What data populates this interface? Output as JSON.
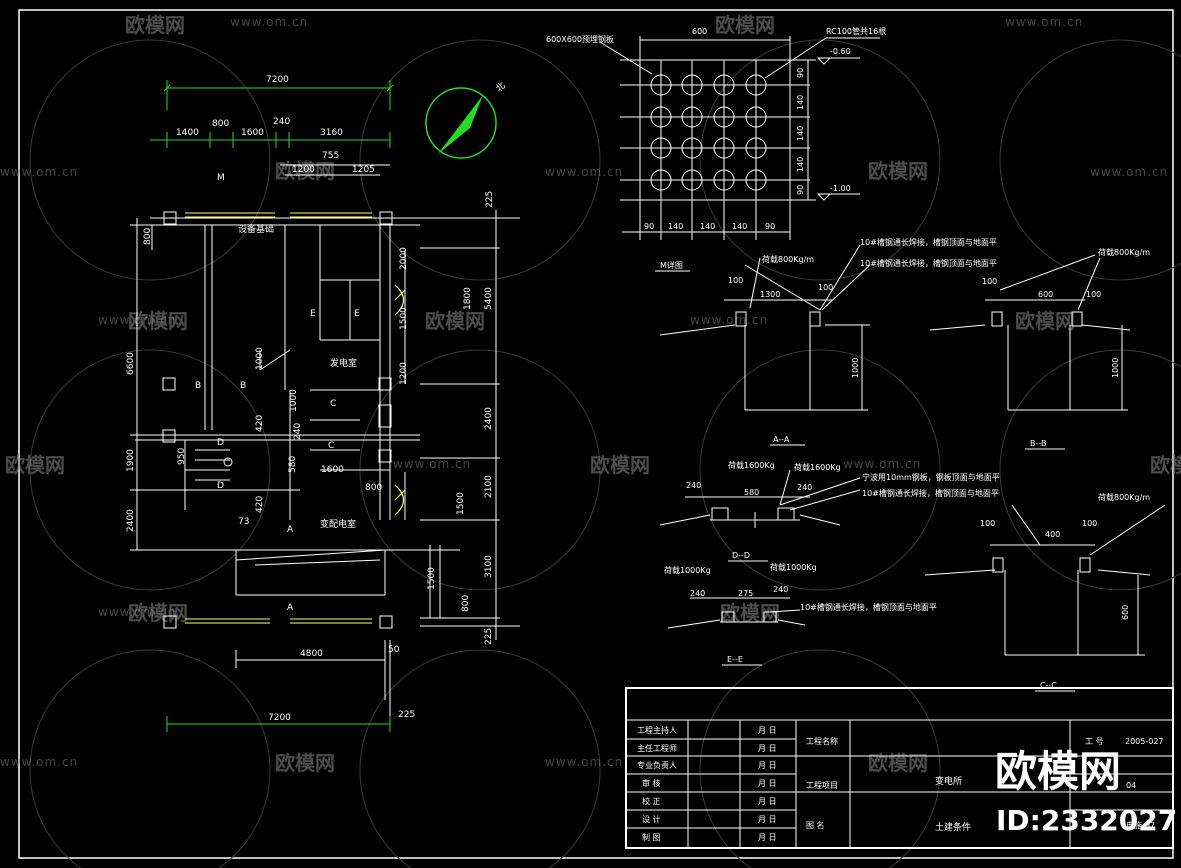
{
  "watermark": {
    "brand": "欧模网",
    "url": "www.om.cn"
  },
  "north_label": "北",
  "plan": {
    "top_total": "7200",
    "top_segments": [
      "1400",
      "800",
      "1600",
      "240",
      "3160"
    ],
    "sub_dims": [
      "755",
      "1200",
      "1205"
    ],
    "left_dims": [
      "800",
      "6600",
      "1900",
      "2400"
    ],
    "right_dims": [
      "225",
      "2000",
      "5400",
      "2400",
      "2100",
      "3100",
      "225"
    ],
    "inner_dims": [
      "1200",
      "1800",
      "1500",
      "1000",
      "420",
      "240",
      "580",
      "420",
      "1600",
      "800",
      "1500",
      "1500",
      "950",
      "73",
      "800",
      "1000"
    ],
    "bottom_dims": [
      "4800",
      "50",
      "7200",
      "225"
    ],
    "labels": {
      "cable_shaft": "设备基础",
      "power_room": "发电室",
      "transformer_room": "变配电室",
      "m": "M",
      "sec_b": "B",
      "sec_c": "C",
      "sec_d": "D",
      "sec_e": "E",
      "sec_a": "A"
    }
  },
  "grid_detail": {
    "label_left": "600X600预埋钢板",
    "label_right": "RC100管共16根",
    "width": "600",
    "rows": [
      "90",
      "140",
      "140",
      "140",
      "90"
    ],
    "cols": [
      "90",
      "140",
      "140",
      "140",
      "90"
    ],
    "elev_top": "-0.60",
    "elev_bottom": "-1.00",
    "caption": "M详图"
  },
  "sections": {
    "aa": {
      "caption": "A--A",
      "load": "荷载800Kg/m",
      "dims": [
        "100",
        "1300",
        "100",
        "1000"
      ]
    },
    "bb": {
      "caption": "B--B",
      "load": "荷载800Kg/m",
      "dims": [
        "100",
        "600",
        "100",
        "1000"
      ]
    },
    "dd": {
      "caption": "D--D",
      "load1": "荷载1600Kg",
      "load2": "荷载1600Kg",
      "dims": [
        "240",
        "580",
        "240"
      ]
    },
    "ee": {
      "caption": "E--E",
      "load1": "荷载1000Kg",
      "load2": "荷载1000Kg",
      "dims": [
        "240",
        "275",
        "240"
      ]
    },
    "cc": {
      "caption": "C--C",
      "load": "荷载800Kg/m",
      "dims": [
        "100",
        "400",
        "100",
        "600"
      ]
    },
    "notes": [
      "10#槽钢通长焊接，槽钢顶面与地面平",
      "10#槽钢通长焊接，槽钢顶面与地面平",
      "宁波用10mm钢板，钢板顶面与地面平",
      "10#槽钢通长焊接，槽钢顶面与地面平",
      "10#槽钢通长焊接，槽钢顶面与地面平"
    ]
  },
  "title_block": {
    "rows_left": [
      "工程主持人",
      "主任工程师",
      "专业负责人",
      "审  核",
      "校  正",
      "设  计",
      "制  图"
    ],
    "date_label": "月 日",
    "project_name_label": "工程名称",
    "project_item_label": "工程项目",
    "drawing_label": "图  名",
    "project_item_value": "变电所",
    "drawing_value": "土建条件",
    "no_label": "工  号",
    "no_value": "2005-027",
    "sheet_partial": "04",
    "drawing_no": "电施-07"
  },
  "stamp": {
    "brand": "欧模网",
    "id": "ID:2332027"
  }
}
